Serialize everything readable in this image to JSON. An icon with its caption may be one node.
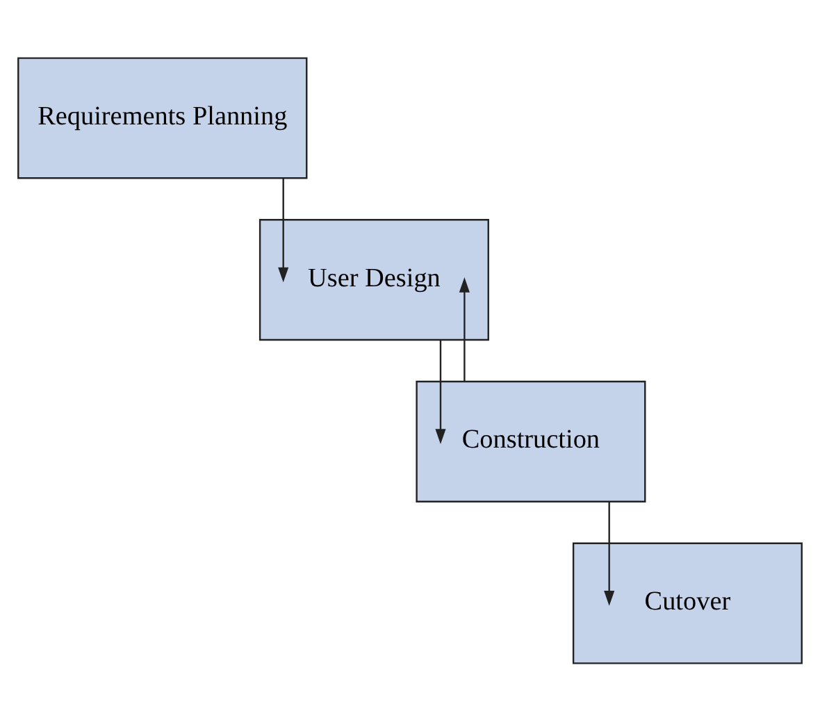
{
  "diagram": {
    "nodes": [
      {
        "text": [
          "Requirements Planning"
        ]
      },
      {
        "text": [
          "User Design"
        ]
      },
      {
        "text": [
          "Construction"
        ]
      },
      {
        "text": [
          "Cutover"
        ]
      }
    ],
    "edges": [
      {
        "from": 0,
        "to": 1,
        "arrow": "to"
      },
      {
        "from": 1,
        "to": 2,
        "arrow": "to"
      },
      {
        "from": 2,
        "to": 1,
        "arrow": "to"
      },
      {
        "from": 2,
        "to": 3,
        "arrow": "to"
      }
    ]
  }
}
